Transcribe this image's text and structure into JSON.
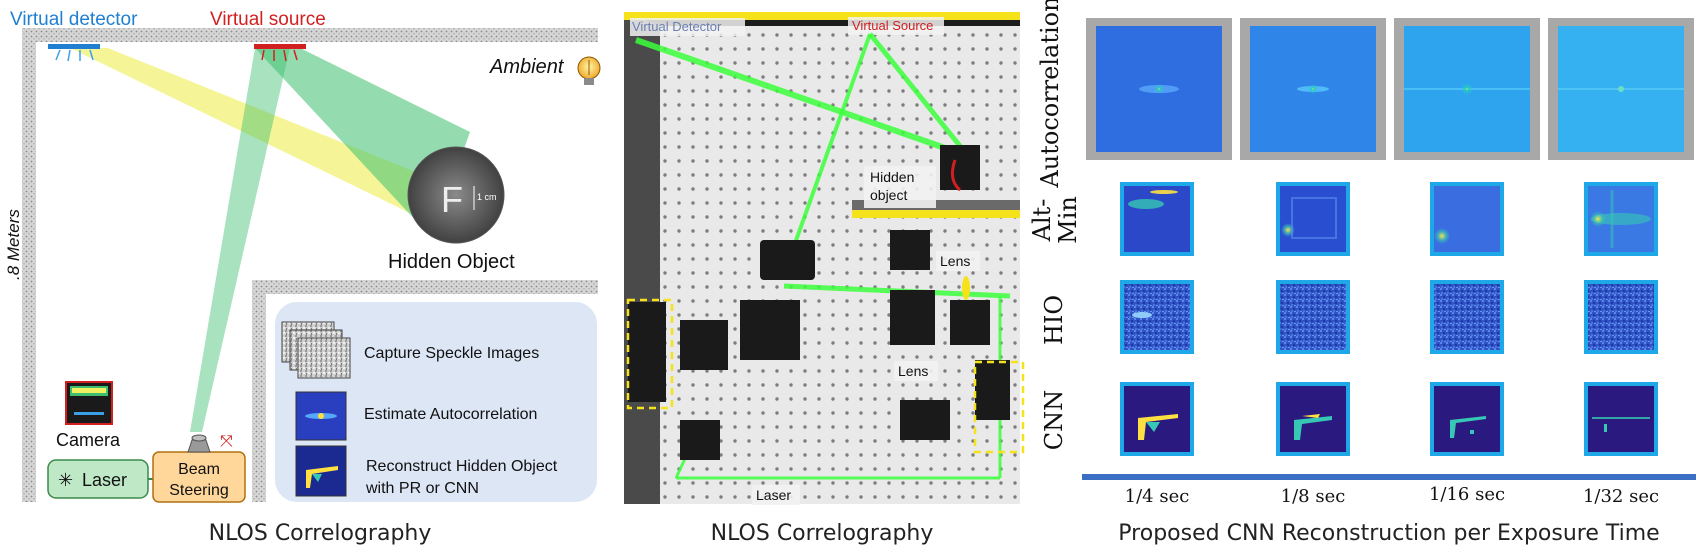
{
  "colors": {
    "virtual_detector": "#1f7fd0",
    "virtual_source": "#d21f1f",
    "yellow_beam": "#f0f060",
    "green_beam": "#3dbf6f",
    "steps_box": "#dde6f5",
    "laser_box": "#bfe8c7",
    "steering_box": "#ffd79a",
    "frame_blue": "#1fa8e8",
    "frame_gray": "#a8a8a8",
    "axis_blue": "#3a6fc4"
  },
  "left_panel": {
    "virtual_detector_label": "Virtual detector",
    "virtual_source_label": "Virtual source",
    "ambient_label": "Ambient",
    "distance_label": ".8 Meters",
    "hidden_object_label": "Hidden Object",
    "object_letter": "F",
    "scale_label": "1 cm",
    "camera_label": "Camera",
    "laser_label": "Laser",
    "beam_label_line1": "Beam",
    "beam_label_line2": "Steering",
    "steps": [
      {
        "text": "Capture Speckle Images"
      },
      {
        "text": "Estimate Autocorrelation"
      },
      {
        "text": "Reconstruct Hidden Object",
        "text2": "with PR or CNN"
      }
    ],
    "caption": "NLOS Correlography"
  },
  "middle_panel": {
    "virtual_detector_label": "Virtual Detector",
    "virtual_source_label": "Virtual Source",
    "hidden_object_line1": "Hidden",
    "hidden_object_line2": "object",
    "lens_label_1": "Lens",
    "lens_label_2": "Lens",
    "laser_label": "Laser",
    "caption": "NLOS Correlography"
  },
  "right_panel": {
    "row_labels": {
      "autocorrelation": "Autocorrelation",
      "altmin_line1": "Alt-",
      "altmin_line2": "Min",
      "hio": "HIO",
      "cnn": "CNN"
    },
    "exposures": [
      "1/4 sec",
      "1/8 sec",
      "1/16 sec",
      "1/32 sec"
    ],
    "caption": "Proposed CNN Reconstruction per Exposure Time"
  }
}
